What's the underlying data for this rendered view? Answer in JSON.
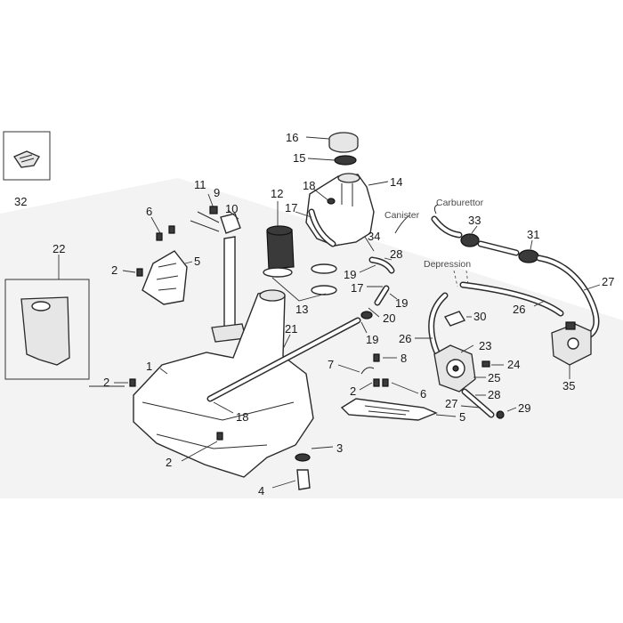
{
  "callouts": {
    "c32": "32",
    "c22": "22",
    "c16": "16",
    "c15": "15",
    "c14": "14",
    "c18a": "18",
    "c17a": "17",
    "c12": "12",
    "c11": "11",
    "c10": "10",
    "c9": "9",
    "c6a": "6",
    "c2a": "2",
    "c5a": "5",
    "c34": "34",
    "c28a": "28",
    "c19a": "19",
    "c17b": "17",
    "c19b": "19",
    "c20": "20",
    "c19c": "19",
    "c13": "13",
    "c21": "21",
    "c33": "33",
    "c31": "31",
    "c27a": "27",
    "c26a": "26",
    "c26b": "26",
    "c30": "30",
    "c23": "23",
    "c24": "24",
    "c25": "25",
    "c28b": "28",
    "c29": "29",
    "c27b": "27",
    "c35": "35",
    "c1": "1",
    "c2b": "2",
    "c7": "7",
    "c8": "8",
    "c2c": "2",
    "c6b": "6",
    "c5b": "5",
    "c18b": "18",
    "c2d": "2",
    "c3": "3",
    "c4": "4"
  },
  "labels": {
    "canister": "Canister",
    "carburettor": "Carburettor",
    "depression": "Depression"
  }
}
